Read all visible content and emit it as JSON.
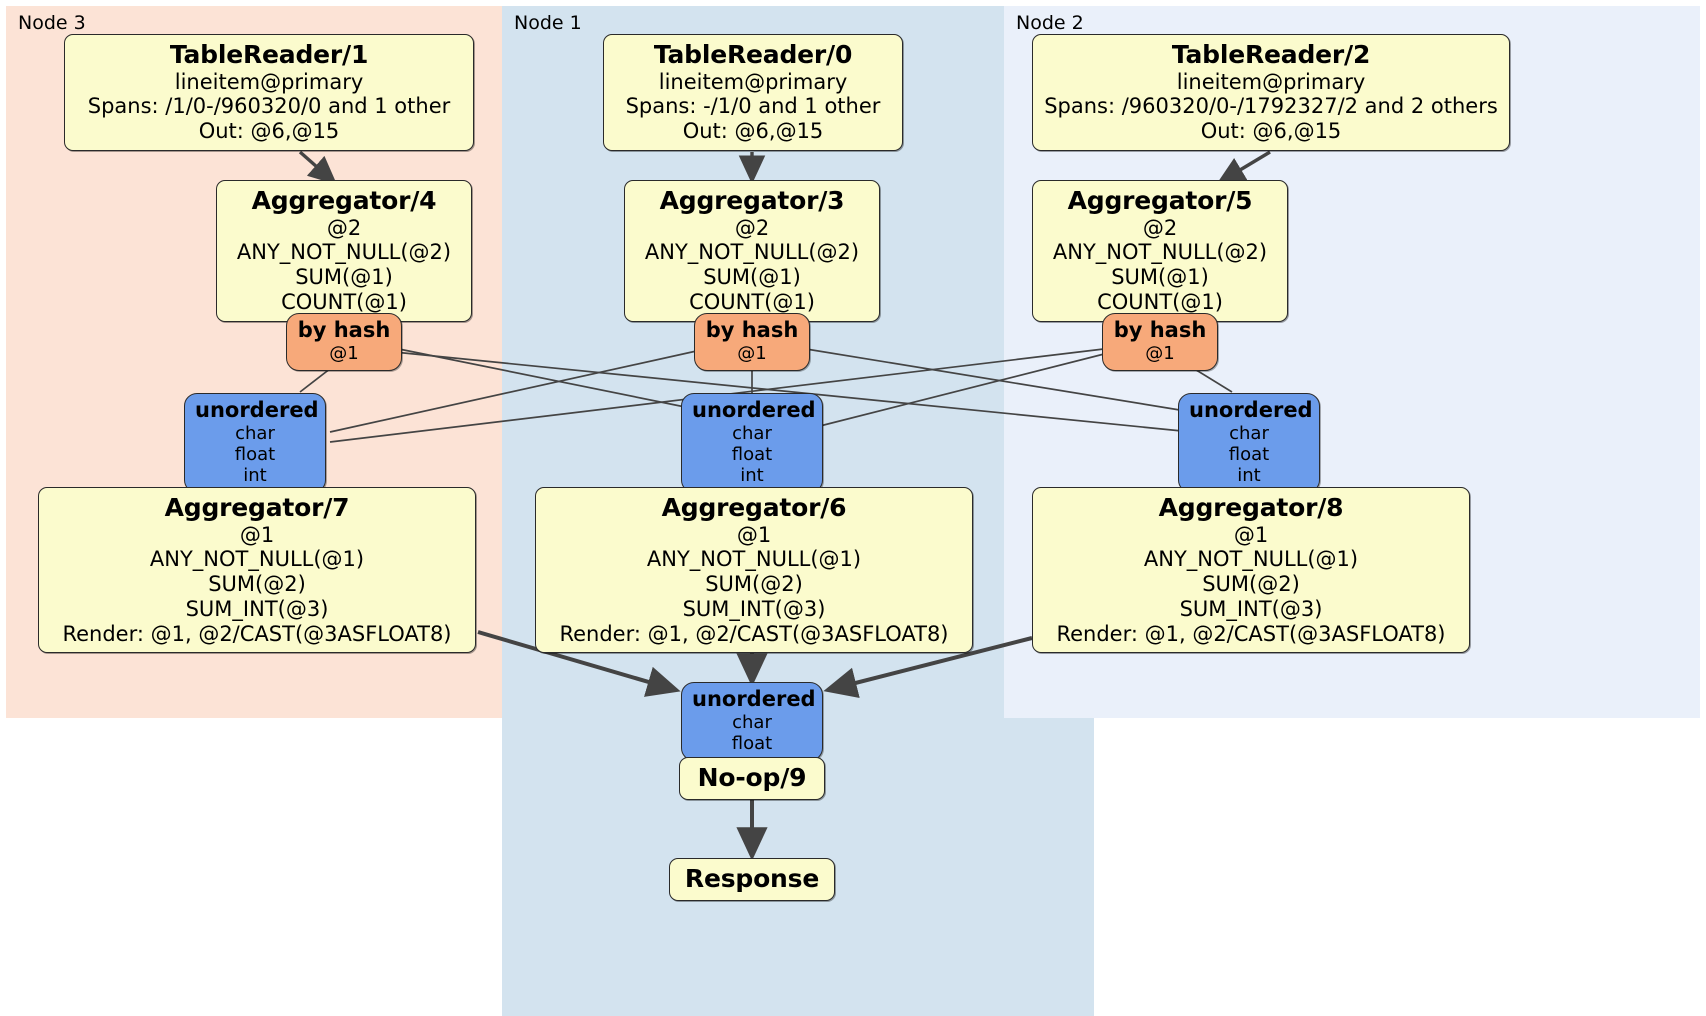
{
  "diagram": {
    "title": "Distributed query plan",
    "colors": {
      "node1_bg": "#d3e3ef",
      "node2_bg": "#eaf0fa",
      "node3_bg": "#fce3d6",
      "processor_bg": "#fbfbcd",
      "hash_router_bg": "#f7a97a",
      "unordered_router_bg": "#6b9ceb",
      "edge": "#444444",
      "border": "#2a2a2a"
    }
  },
  "panels": [
    {
      "label": "Node 3"
    },
    {
      "label": "Node 1"
    },
    {
      "label": "Node 2"
    }
  ],
  "processors": {
    "tablereader1": {
      "title": "TableReader/1",
      "lines": [
        "lineitem@primary",
        "Spans: /1/0-/960320/0 and 1 other",
        "Out: @6,@15"
      ]
    },
    "tablereader0": {
      "title": "TableReader/0",
      "lines": [
        "lineitem@primary",
        "Spans: -/1/0 and 1 other",
        "Out: @6,@15"
      ]
    },
    "tablereader2": {
      "title": "TableReader/2",
      "lines": [
        "lineitem@primary",
        "Spans: /960320/0-/1792327/2 and 2 others",
        "Out: @6,@15"
      ]
    },
    "aggregator4": {
      "title": "Aggregator/4",
      "lines": [
        "@2",
        "ANY_NOT_NULL(@2)",
        "SUM(@1)",
        "COUNT(@1)"
      ]
    },
    "aggregator3": {
      "title": "Aggregator/3",
      "lines": [
        "@2",
        "ANY_NOT_NULL(@2)",
        "SUM(@1)",
        "COUNT(@1)"
      ]
    },
    "aggregator5": {
      "title": "Aggregator/5",
      "lines": [
        "@2",
        "ANY_NOT_NULL(@2)",
        "SUM(@1)",
        "COUNT(@1)"
      ]
    },
    "aggregator7": {
      "title": "Aggregator/7",
      "lines": [
        "@1",
        "ANY_NOT_NULL(@1)",
        "SUM(@2)",
        "SUM_INT(@3)",
        "Render: @1, @2/CAST(@3ASFLOAT8)"
      ]
    },
    "aggregator6": {
      "title": "Aggregator/6",
      "lines": [
        "@1",
        "ANY_NOT_NULL(@1)",
        "SUM(@2)",
        "SUM_INT(@3)",
        "Render: @1, @2/CAST(@3ASFLOAT8)"
      ]
    },
    "aggregator8": {
      "title": "Aggregator/8",
      "lines": [
        "@1",
        "ANY_NOT_NULL(@1)",
        "SUM(@2)",
        "SUM_INT(@3)",
        "Render: @1, @2/CAST(@3ASFLOAT8)"
      ]
    },
    "noop9": {
      "title": "No-op/9",
      "lines": []
    },
    "response": {
      "title": "Response",
      "lines": []
    }
  },
  "routers": {
    "hash_left": {
      "title": "by hash",
      "lines": [
        "@1"
      ]
    },
    "hash_mid": {
      "title": "by hash",
      "lines": [
        "@1"
      ]
    },
    "hash_right": {
      "title": "by hash",
      "lines": [
        "@1"
      ]
    },
    "unordered_left": {
      "title": "unordered",
      "lines": [
        "char",
        "float",
        "int"
      ]
    },
    "unordered_mid": {
      "title": "unordered",
      "lines": [
        "char",
        "float",
        "int"
      ]
    },
    "unordered_right": {
      "title": "unordered",
      "lines": [
        "char",
        "float",
        "int"
      ]
    },
    "unordered_final": {
      "title": "unordered",
      "lines": [
        "char",
        "float"
      ]
    }
  }
}
